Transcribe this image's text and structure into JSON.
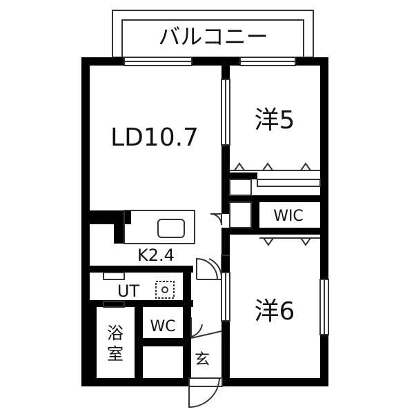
{
  "floorplan": {
    "rooms": {
      "balcony": "バルコニー",
      "living": "LD10.7",
      "bedroom_north": "洋5",
      "bedroom_south": "洋6",
      "walk_in_closet": "WIC",
      "kitchen": "K2.4",
      "utility": "UT",
      "toilet": "WC",
      "bath_top": "浴",
      "bath_bottom": "室",
      "entrance": "玄"
    },
    "colors": {
      "wall": "#000000",
      "line": "#333333",
      "background": "#ffffff"
    }
  }
}
